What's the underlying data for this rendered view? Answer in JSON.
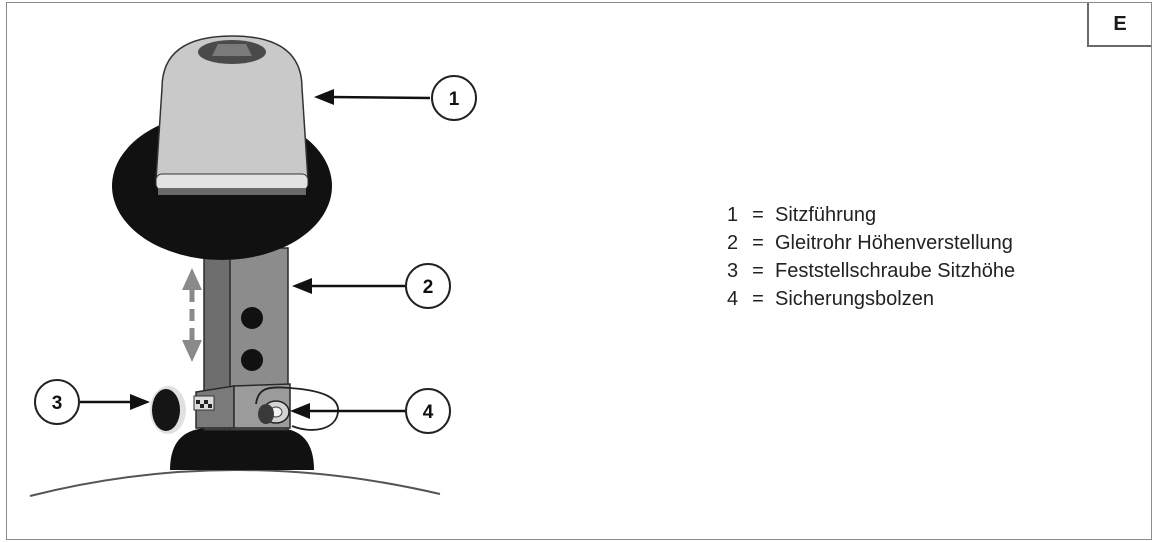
{
  "badge": "E",
  "callouts": [
    "1",
    "2",
    "3",
    "4"
  ],
  "legend": [
    {
      "num": "1",
      "sep": "=",
      "text": "Sitzführung"
    },
    {
      "num": "2",
      "sep": "=",
      "text": "Gleitrohr Höhenverstellung"
    },
    {
      "num": "3",
      "sep": "=",
      "text": "Feststellschraube Sitzhöhe"
    },
    {
      "num": "4",
      "sep": "=",
      "text": "Sicherungsbolzen"
    }
  ]
}
